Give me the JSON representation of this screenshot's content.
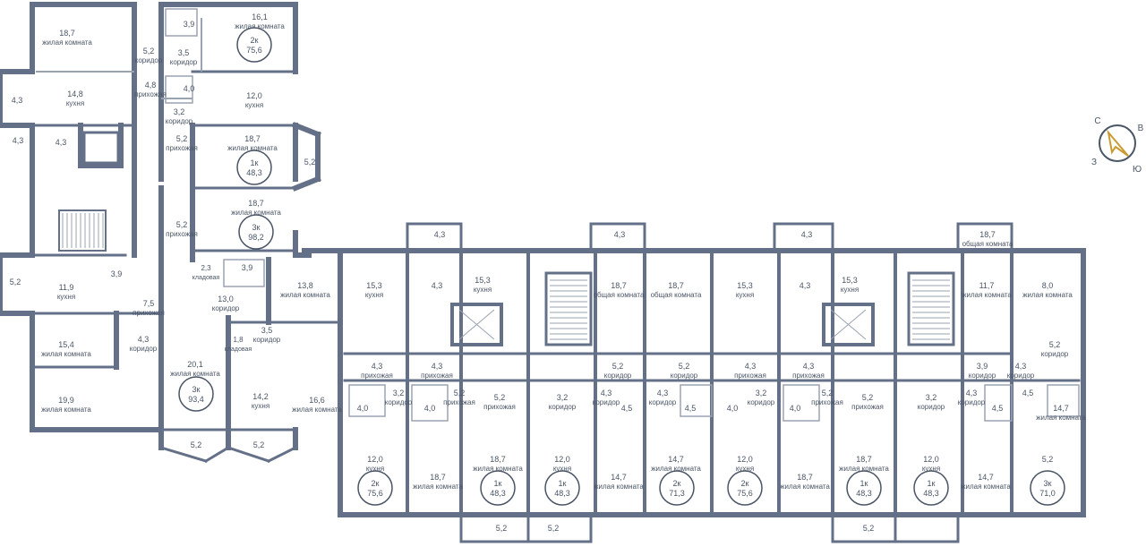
{
  "colors": {
    "wall": "#647088",
    "thin": "#9aa3b2",
    "text": "#4a5566",
    "badge": "#4a5566"
  },
  "compass": {
    "n": "С",
    "e": "В",
    "s": "Ю",
    "w": "З"
  },
  "labels": [
    {
      "a": "18,7",
      "b": "жилая комната"
    },
    {
      "a": "3,9"
    },
    {
      "a": "16,1",
      "b": "жилая комната"
    },
    {
      "a": "5,2",
      "b": "коридор"
    },
    {
      "a": "3,5",
      "b": "коридор"
    },
    {
      "a": "4,3"
    },
    {
      "a": "14,8",
      "b": "кухня"
    },
    {
      "a": "4,8",
      "b": "прихожая"
    },
    {
      "a": "4,0"
    },
    {
      "a": "12,0",
      "b": "кухня"
    },
    {
      "a": "3,2",
      "b": "коридор"
    },
    {
      "a": "4,3"
    },
    {
      "a": "5,2",
      "b": "прихожая"
    },
    {
      "a": "18,7",
      "b": "жилая комната"
    },
    {
      "a": "5,2"
    },
    {
      "a": "5,2",
      "b": "прихожая"
    },
    {
      "a": "18,7",
      "b": "жилая комната"
    },
    {
      "a": "5,2"
    },
    {
      "a": "11,9",
      "b": "кухня"
    },
    {
      "a": "3,9"
    },
    {
      "a": "2,3",
      "b": "кладовая"
    },
    {
      "a": "3,9"
    },
    {
      "a": "13,0",
      "b": "коридор"
    },
    {
      "a": "13,8",
      "b": "жилая комната"
    },
    {
      "a": "7,5",
      "b": "прихожая"
    },
    {
      "a": "1,8",
      "b": "кладовая"
    },
    {
      "a": "3,5",
      "b": "коридор"
    },
    {
      "a": "15,4",
      "b": "жилая комната"
    },
    {
      "a": "4,3",
      "b": "коридор"
    },
    {
      "a": "20,1",
      "b": "жилая комната"
    },
    {
      "a": "14,2",
      "b": "кухня"
    },
    {
      "a": "16,6",
      "b": "жилая комната"
    },
    {
      "a": "19,9",
      "b": "жилая комната"
    },
    {
      "a": "5,2"
    },
    {
      "a": "5,2"
    },
    {
      "a": "4,3"
    },
    {
      "a": "4,3"
    },
    {
      "a": "4,3"
    },
    {
      "a": "4,3"
    },
    {
      "a": "18,7",
      "b": "общая комната"
    },
    {
      "a": "15,3",
      "b": "кухня"
    },
    {
      "a": "4,3"
    },
    {
      "a": "15,3",
      "b": "кухня"
    },
    {
      "a": "18,7",
      "b": "общая комната"
    },
    {
      "a": "18,7",
      "b": "общая комната"
    },
    {
      "a": "15,3",
      "b": "кухня"
    },
    {
      "a": "4,3"
    },
    {
      "a": "15,3",
      "b": "кухня"
    },
    {
      "a": "11,7",
      "b": "жилая комната"
    },
    {
      "a": "8,0",
      "b": "жилая комната"
    },
    {
      "a": "5,2",
      "b": "коридор"
    },
    {
      "a": "4,3",
      "b": "прихожая"
    },
    {
      "a": "4,3",
      "b": "прихожая"
    },
    {
      "a": "5,2",
      "b": "коридор"
    },
    {
      "a": "5,2",
      "b": "коридор"
    },
    {
      "a": "4,3",
      "b": "прихожая"
    },
    {
      "a": "4,3",
      "b": "прихожая"
    },
    {
      "a": "3,9",
      "b": "коридор"
    },
    {
      "a": "4,3",
      "b": "коридор"
    },
    {
      "a": "3,2",
      "b": "коридор"
    },
    {
      "a": "5,2",
      "b": "прихожая"
    },
    {
      "a": "5,2",
      "b": "прихожая"
    },
    {
      "a": "3,2",
      "b": "коридор"
    },
    {
      "a": "4,3",
      "b": "коридор"
    },
    {
      "a": "4,3",
      "b": "коридор"
    },
    {
      "a": "3,2",
      "b": "коридор"
    },
    {
      "a": "5,2",
      "b": "прихожая"
    },
    {
      "a": "5,2",
      "b": "прихожая"
    },
    {
      "a": "3,2",
      "b": "коридор"
    },
    {
      "a": "4,3",
      "b": "коридор"
    },
    {
      "a": "4,5"
    },
    {
      "a": "4,0"
    },
    {
      "a": "4,0"
    },
    {
      "a": "4,5"
    },
    {
      "a": "4,5"
    },
    {
      "a": "4,0"
    },
    {
      "a": "4,0"
    },
    {
      "a": "4,5"
    },
    {
      "a": "14,7",
      "b": "жилая комната"
    },
    {
      "a": "12,0",
      "b": "кухня"
    },
    {
      "a": "18,7",
      "b": "жилая комната"
    },
    {
      "a": "18,7",
      "b": "жилая комната"
    },
    {
      "a": "12,0",
      "b": "кухня"
    },
    {
      "a": "14,7",
      "b": "жилая комната"
    },
    {
      "a": "14,7",
      "b": "жилая комната"
    },
    {
      "a": "12,0",
      "b": "кухня"
    },
    {
      "a": "18,7",
      "b": "жилая комната"
    },
    {
      "a": "18,7",
      "b": "жилая комната"
    },
    {
      "a": "12,0",
      "b": "кухня"
    },
    {
      "a": "14,7",
      "b": "жилая комната"
    },
    {
      "a": "5,2"
    },
    {
      "a": "5,2"
    },
    {
      "a": "5,2"
    },
    {
      "a": "5,2"
    }
  ],
  "badges": [
    {
      "t": "2к",
      "v": "75,6"
    },
    {
      "t": "1к",
      "v": "48,3"
    },
    {
      "t": "3к",
      "v": "98,2"
    },
    {
      "t": "3к",
      "v": "93,4"
    },
    {
      "t": "2к",
      "v": "75,6"
    },
    {
      "t": "1к",
      "v": "48,3"
    },
    {
      "t": "1к",
      "v": "48,3"
    },
    {
      "t": "2к",
      "v": "71,3"
    },
    {
      "t": "2к",
      "v": "75,6"
    },
    {
      "t": "1к",
      "v": "48,3"
    },
    {
      "t": "1к",
      "v": "48,3"
    },
    {
      "t": "3к",
      "v": "71,0"
    }
  ]
}
